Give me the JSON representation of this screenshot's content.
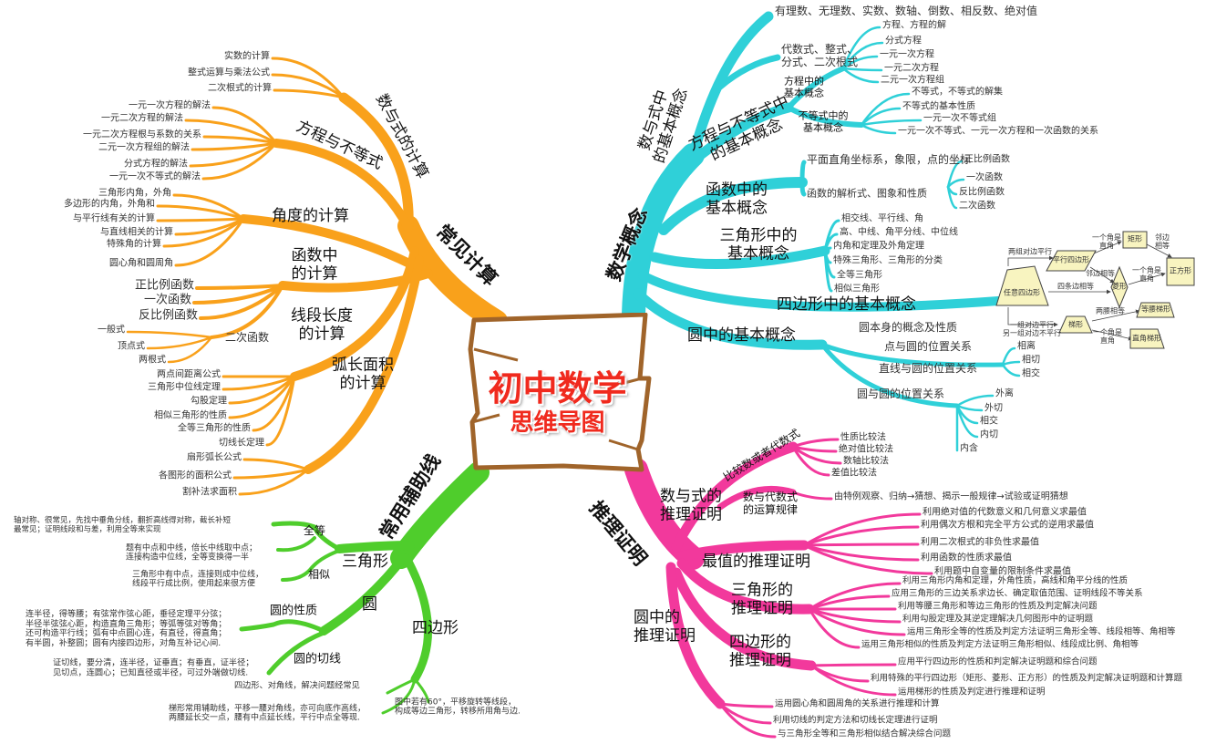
{
  "title": {
    "main": "初中数学",
    "sub": "思维导图"
  },
  "colors": {
    "calc": "#f9a11b",
    "concepts": "#2fd0d8",
    "proof": "#f2399c",
    "aux": "#4fcd2c",
    "title": "#f02a1e",
    "frame": "#a0642a",
    "shape_fill": "#f8f4c0"
  },
  "calc": {
    "label": "常见计算",
    "numexpr": {
      "label": "数与式的计算",
      "items": [
        "实数的计算",
        "整式运算与乘法公式",
        "二次根式的计算"
      ]
    },
    "equations": {
      "label": "方程与不等式",
      "items": [
        "一元一次方程的解法",
        "一元二次方程的解法",
        "一元二次方程根与系数的关系",
        "二元一次方程组的解法",
        "分式方程的解法",
        "一元一次不等式的解法"
      ]
    },
    "angle": {
      "label": "角度的计算",
      "items": [
        "三角形内角，外角",
        "多边形的内角，外角和",
        "与平行线有关的计算",
        "与直线相关的计算",
        "特殊角的计算",
        "圆心角和圆周角"
      ]
    },
    "func": {
      "label": [
        "函数中",
        "的计算"
      ],
      "items": [
        "正比例函数",
        "一次函数",
        "反比例函数"
      ],
      "quadratic": {
        "label": "二次函数",
        "items": [
          "一般式",
          "顶点式",
          "两根式"
        ]
      }
    },
    "segment": {
      "label": [
        "线段长度",
        "的计算"
      ],
      "items": [
        "两点间距离公式",
        "三角形中位线定理",
        "勾股定理",
        "相似三角形的性质",
        "全等三角形的性质",
        "切线长定理"
      ]
    },
    "arc": {
      "label": [
        "弧长面积",
        "的计算"
      ],
      "items": [
        "扇形弧长公式",
        "各图形的面积公式",
        "割补法求面积"
      ]
    }
  },
  "concepts": {
    "label": "数学概念",
    "numexpr": {
      "label": [
        "数与式中",
        "的基本概念"
      ],
      "items": [
        "有理数、无理数、实数、数轴、倒数、相反数、绝对值"
      ],
      "algebra": [
        "代数式、整式、",
        "分式、二次根式"
      ]
    },
    "eq": {
      "label": [
        "方程与不等式中",
        "的基本概念"
      ],
      "equation": {
        "label": [
          "方程中的",
          "基本概念"
        ],
        "items": [
          "方程、方程的解",
          "分式方程",
          "一元一次方程",
          "一元二次方程",
          "二元一次方程组"
        ]
      },
      "inequality": {
        "label": [
          "不等式中的",
          "基本概念"
        ],
        "items": [
          "不等式，不等式的解集",
          "不等式的基本性质",
          "一元一次不等式组",
          "一元一次不等式、一元一次方程和一次函数的关系"
        ]
      }
    },
    "func": {
      "label": [
        "函数中的",
        "基本概念"
      ],
      "items": [
        "平面直角坐标系，象限，点的坐标",
        "函数的解析式、图象和性质"
      ],
      "types": [
        "正比例函数",
        "一次函数",
        "反比例函数",
        "二次函数"
      ]
    },
    "tri": {
      "label": [
        "三角形中的",
        "基本概念"
      ],
      "items": [
        "相交线、平行线、角",
        "高、中线、角平分线、中位线",
        "内角和定理及外角定理",
        "特殊三角形、三角形的分类",
        "全等三角形",
        "相似三角形"
      ]
    },
    "quad": {
      "label": "四边形中的基本概念",
      "diagram": {
        "nodes": {
          "any": "任意四边形",
          "parallelogram": "平行四边形",
          "rectangle": "矩形",
          "rhombus": "菱形",
          "square": "正方形",
          "trapezoid": "梯形",
          "isosceles": "等腰梯形",
          "right": "直角梯形"
        },
        "edges": {
          "two_pairs_parallel": "两组对边平行",
          "right_angle": [
            "一个角是",
            "直角"
          ],
          "adjacent": [
            "邻边",
            "相等"
          ],
          "adjacent_equal": "邻边相等",
          "four_sides_equal": "四条边相等",
          "one_pair_parallel": [
            "一组对边平行",
            "另一组对边不平行"
          ],
          "legs_equal": "两腰相等"
        }
      }
    },
    "circle": {
      "label": "圆中的基本概念",
      "items": [
        "圆本身的概念及性质",
        "点与圆的位置关系",
        "直线与圆的位置关系",
        "圆与圆的位置关系"
      ],
      "line": [
        "相离",
        "相切",
        "相交"
      ],
      "circles": [
        "外离",
        "外切",
        "相交",
        "内切",
        "内含"
      ]
    }
  },
  "proof": {
    "label": "推理证明",
    "numexpr": {
      "label": [
        "数与式的",
        "推理证明"
      ],
      "compare": {
        "label": "比较数或者代数式",
        "items": [
          "性质比较法",
          "绝对值比较法",
          "数轴比较法",
          "差值比较法"
        ]
      },
      "rules": {
        "label": [
          "数与代数式",
          "的运算规律"
        ],
        "items": [
          "由特例观察、归纳→猜想、揭示一般规律→试验或证明猜想"
        ]
      }
    },
    "extreme": {
      "label": "最值的推理证明",
      "items": [
        "利用绝对值的代数意义和几何意义求最值",
        "利用偶次方根和完全平方公式的逆用求最值",
        "利用二次根式的非负性求最值",
        "利用函数的性质求最值",
        "利用题中自变量的限制条件求最值"
      ]
    },
    "tri": {
      "label": [
        "三角形的",
        "推理证明"
      ],
      "items": [
        "利用三角形内角和定理，外角性质，高线和角平分线的性质",
        "应用三角形的三边关系求边长、确定取值范围、证明线段不等关系",
        "利用等腰三角形和等边三角形的性质及判定解决问题",
        "利用勾股定理及其逆定理解决几何图形中的证明题",
        "运用三角形全等的性质及判定方法证明三角形全等、线段相等、角相等",
        "运用三角形相似的性质及判定方法证明三角形相似、线段成比例、角相等"
      ]
    },
    "quad": {
      "label": [
        "四边形的",
        "推理证明"
      ],
      "items": [
        "应用平行四边形的性质和判定解决证明题和综合问题",
        "利用特殊的平行四边形（矩形、菱形、正方形）的性质及判定解决证明题和计算题",
        "运用梯形的性质及判定进行推理和证明"
      ]
    },
    "circle": {
      "label": [
        "圆中的",
        "推理证明"
      ],
      "items": [
        "运用圆心角和圆周角的关系进行推理和计算",
        "利用切线的判定方法和切线长定理进行证明",
        "与三角形全等和三角形相似结合解决综合问题"
      ]
    }
  },
  "aux": {
    "label": "常用辅助线",
    "tri": {
      "label": "三角形",
      "congruent": {
        "label": "全等",
        "lines": [
          "轴对称、很常见，先找中垂角分线，翻折高线得对称，截长补短",
          "最常见；证明线段和与差，利用全等来实现"
        ]
      },
      "midpoint": {
        "lines": [
          "题有中点和中线，倍长中线取中点；",
          "连接构造中位线，全等变换得一半"
        ]
      },
      "similar": {
        "label": "相似",
        "lines": [
          "三角形中有中点，连接则成中位线，",
          "线段平行成比例，使用起来很方便"
        ]
      }
    },
    "circle": {
      "label": "圆",
      "props": {
        "label": "圆的性质",
        "lines": [
          "连半径，得等腰；有弦常作弦心距，垂径定理平分弦；",
          "半径半弦弦心距，构造直角三角形；等弧等弦对等角；",
          "还可构造平行线；弧有中点圆心连，有直径，得直角；",
          "有半圆，补整圆；圆有内接四边形，对角互补记心间."
        ]
      },
      "tangent": {
        "label": "圆的切线",
        "lines": [
          "证切线，要分清，连半径，证垂直；有垂直，证半径；",
          "见切点，连圆心；已知直径或半径，可过外端做切线."
        ]
      }
    },
    "quad": {
      "label": "四边形",
      "diagonal": "四边形、对角线，解决问题经常见",
      "trapezoid": [
        "梯形常用辅助线，平移一腰对角线，亦可向底作高线，",
        "两腰延长交一点，腰有中点延长线，平行中点全等现."
      ],
      "rotation": [
        "图中若有60°，平移旋转等线段，",
        "构成等边三角形，转移所用角与边."
      ]
    }
  }
}
